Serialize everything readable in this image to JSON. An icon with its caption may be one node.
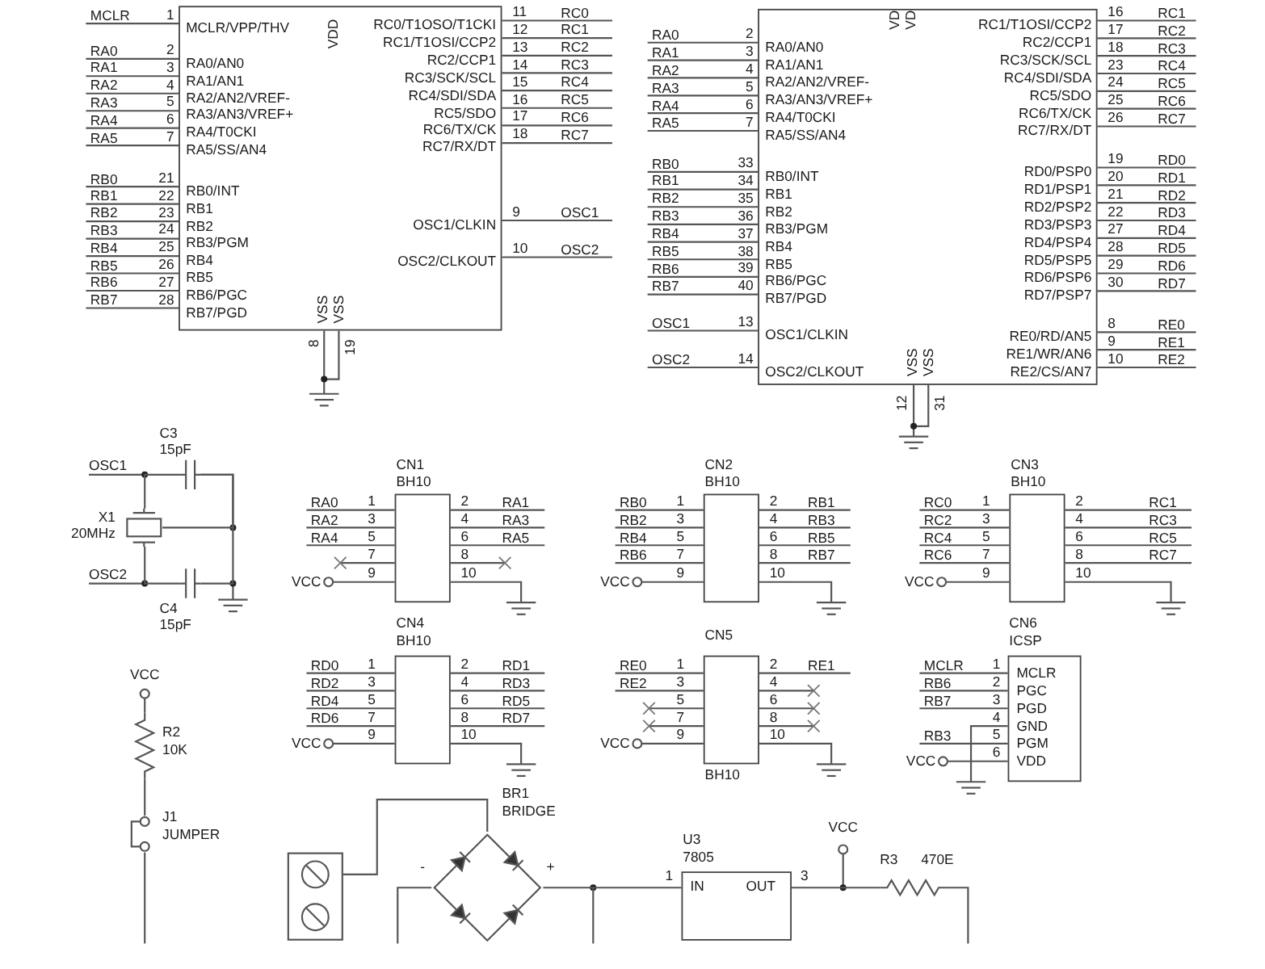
{
  "diagram": {
    "nodes": [
      {
        "text": [
          "MCLR/VPP/THV",
          "RA0/AN0",
          "RA1/AN1",
          "RA2/AN2/VREF-",
          "RA3/AN3/VREF+",
          "RA4/T0CKI",
          "RA5/SS/AN4",
          "RB0/INT",
          "RB1",
          "RB2",
          "RB3/PGM",
          "RB4",
          "RB5",
          "RB6/PGC",
          "RB7/PGD",
          "RC0/T1OSO/T1CKI",
          "RC1/T1OSI/CCP2",
          "RC2/CCP1",
          "RC3/SCK/SCL",
          "RC4/SDI/SDA",
          "RC5/SDO",
          "RC6/TX/CK",
          "RC7/RX/DT",
          "OSC1/CLKIN",
          "OSC2/CLKOUT",
          "VDD",
          "VSS",
          "VSS"
        ],
        "beside": [
          "1",
          "2",
          "3",
          "4",
          "5",
          "6",
          "7",
          "21",
          "22",
          "23",
          "24",
          "25",
          "26",
          "27",
          "28",
          "11",
          "12",
          "13",
          "14",
          "15",
          "16",
          "17",
          "18",
          "9",
          "10",
          "8",
          "19",
          "MCLR",
          "RA0",
          "RA1",
          "RA2",
          "RA3",
          "RA4",
          "RA5",
          "RB0",
          "RB1",
          "RB2",
          "RB3",
          "RB4",
          "RB5",
          "RB6",
          "RB7",
          "RC0",
          "RC1",
          "RC2",
          "RC3",
          "RC4",
          "RC5",
          "RC6",
          "RC7",
          "OSC1",
          "OSC2"
        ]
      },
      {
        "text": [
          "RA0/AN0",
          "RA1/AN1",
          "RA2/AN2/VREF-",
          "RA3/AN3/VREF+",
          "RA4/T0CKI",
          "RA5/SS/AN4",
          "RB0/INT",
          "RB1",
          "RB2",
          "RB3/PGM",
          "RB4",
          "RB5",
          "RB6/PGC",
          "RB7/PGD",
          "OSC1/CLKIN",
          "OSC2/CLKOUT",
          "RC1/T1OSI/CCP2",
          "RC2/CCP1",
          "RC3/SCK/SCL",
          "RC4/SDI/SDA",
          "RC5/SDO",
          "RC6/TX/CK",
          "RC7/RX/DT",
          "RD0/PSP0",
          "RD1/PSP1",
          "RD2/PSP2",
          "RD3/PSP3",
          "RD4/PSP4",
          "RD5/PSP5",
          "RD6/PSP6",
          "RD7/PSP7",
          "RE0/RD/AN5",
          "RE1/WR/AN6",
          "RE2/CS/AN7",
          "VD",
          "VD",
          "VSS",
          "VSS"
        ],
        "beside": [
          "2",
          "3",
          "4",
          "5",
          "6",
          "7",
          "33",
          "34",
          "35",
          "36",
          "37",
          "38",
          "39",
          "40",
          "13",
          "14",
          "16",
          "17",
          "18",
          "23",
          "24",
          "25",
          "26",
          "19",
          "20",
          "21",
          "22",
          "27",
          "28",
          "29",
          "30",
          "8",
          "9",
          "10",
          "12",
          "31",
          "RA0",
          "RA1",
          "RA2",
          "RA3",
          "RA4",
          "RA5",
          "RB0",
          "RB1",
          "RB2",
          "RB3",
          "RB4",
          "RB5",
          "RB6",
          "RB7",
          "OSC1",
          "OSC2",
          "RC1",
          "RC2",
          "RC3",
          "RC4",
          "RC5",
          "RC6",
          "RC7",
          "RD0",
          "RD1",
          "RD2",
          "RD3",
          "RD4",
          "RD5",
          "RD6",
          "RD7",
          "RE0",
          "RE1",
          "RE2"
        ]
      },
      {
        "text": [],
        "shape": "capacitor",
        "beside": [
          "C3",
          "15pF"
        ]
      },
      {
        "text": [],
        "shape": "crystal",
        "beside": [
          "X1",
          "20MHz"
        ]
      },
      {
        "text": [],
        "shape": "capacitor",
        "beside": [
          "C4",
          "15pF"
        ]
      },
      {
        "text": [
          "CN1",
          "BH10"
        ],
        "beside": [
          "1",
          "2",
          "3",
          "4",
          "5",
          "6",
          "7",
          "8",
          "9",
          "10",
          "RA0",
          "RA2",
          "RA4",
          "VCC",
          "RA1",
          "RA3",
          "RA5"
        ]
      },
      {
        "text": [
          "CN2",
          "BH10"
        ],
        "beside": [
          "1",
          "2",
          "3",
          "4",
          "5",
          "6",
          "7",
          "8",
          "9",
          "10",
          "RB0",
          "RB2",
          "RB4",
          "RB6",
          "VCC",
          "RB1",
          "RB3",
          "RB5",
          "RB7"
        ]
      },
      {
        "text": [
          "CN3",
          "BH10"
        ],
        "beside": [
          "1",
          "2",
          "3",
          "4",
          "5",
          "6",
          "7",
          "8",
          "9",
          "10",
          "RC0",
          "RC2",
          "RC4",
          "RC6",
          "VCC",
          "RC1",
          "RC3",
          "RC5",
          "RC7"
        ]
      },
      {
        "text": [
          "CN4",
          "BH10"
        ],
        "beside": [
          "1",
          "2",
          "3",
          "4",
          "5",
          "6",
          "7",
          "8",
          "9",
          "10",
          "RD0",
          "RD2",
          "RD4",
          "RD6",
          "VCC",
          "RD1",
          "RD3",
          "RD5",
          "RD7"
        ]
      },
      {
        "text": [
          "CN5",
          "BH10"
        ],
        "beside": [
          "1",
          "2",
          "3",
          "4",
          "5",
          "6",
          "7",
          "8",
          "9",
          "10",
          "RE0",
          "RE2",
          "VCC",
          "RE1"
        ]
      },
      {
        "text": [
          "CN6",
          "ICSP",
          "MCLR",
          "PGC",
          "PGD",
          "GND",
          "PGM",
          "VDD"
        ],
        "beside": [
          "1",
          "2",
          "3",
          "4",
          "5",
          "6",
          "MCLR",
          "RB6",
          "RB7",
          "RB3",
          "VCC"
        ]
      },
      {
        "text": [],
        "shape": "resistor",
        "beside": [
          "R2",
          "10K"
        ]
      },
      {
        "text": [],
        "shape": "jumper",
        "beside": [
          "J1",
          "JUMPER"
        ]
      },
      {
        "text": [],
        "shape": "bridge",
        "beside": [
          "BR1",
          "BRIDGE",
          "-",
          "+"
        ]
      },
      {
        "text": [],
        "shape": "terminal"
      },
      {
        "text": [
          "U3",
          "7805",
          "IN",
          "OUT"
        ],
        "beside": [
          "1",
          "3"
        ]
      },
      {
        "text": [],
        "shape": "resistor",
        "beside": [
          "R3",
          "470E"
        ]
      }
    ],
    "edges": [
      {
        "from": 3,
        "to": 2,
        "arrow": "none"
      },
      {
        "from": 3,
        "to": 4,
        "arrow": "none"
      },
      {
        "from": 2,
        "to": 4,
        "arrow": "none"
      },
      {
        "from": 3,
        "to": 2,
        "arrow": "none"
      },
      {
        "from": 11,
        "to": 12,
        "arrow": "none"
      },
      {
        "from": 14,
        "to": 13,
        "arrow": "none"
      },
      {
        "from": 13,
        "to": 15,
        "arrow": "none"
      },
      {
        "from": 15,
        "to": 16,
        "arrow": "none"
      }
    ],
    "labels": [
      "OSC1",
      "OSC2",
      "VCC",
      "VCC"
    ]
  }
}
